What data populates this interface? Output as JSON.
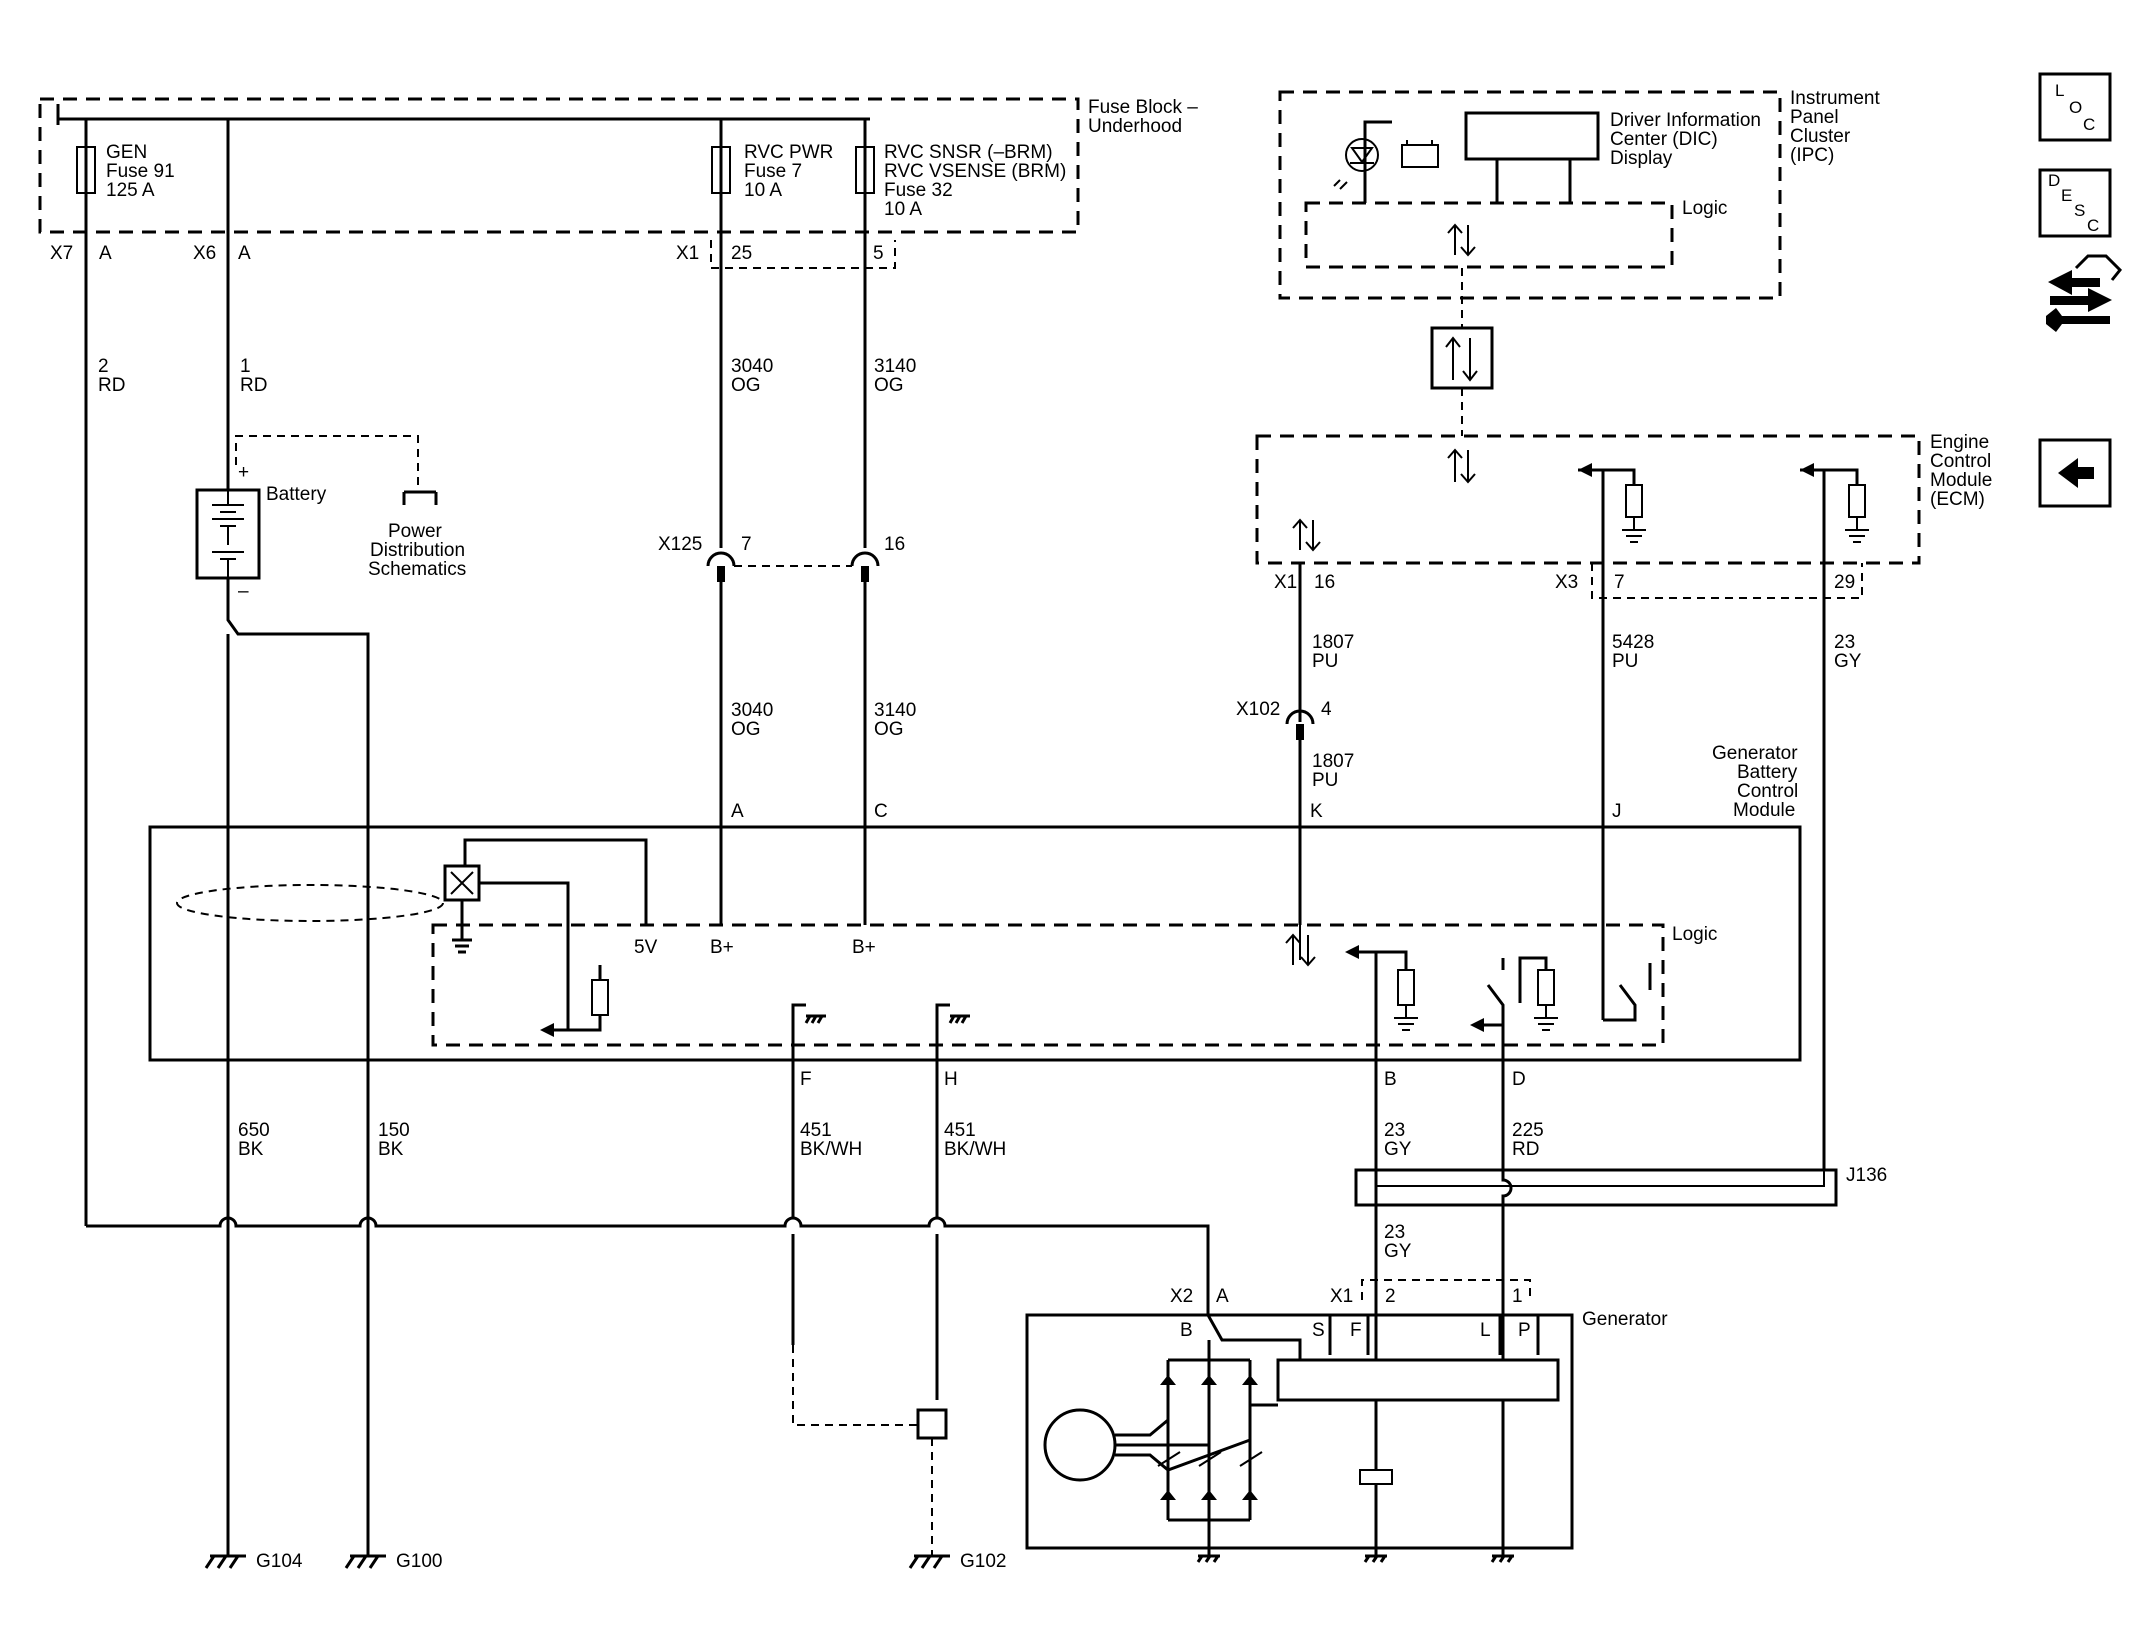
{
  "fuse_block": {
    "title": [
      "Fuse Block –",
      "Underhood"
    ],
    "fuses": [
      {
        "lines": [
          "GEN",
          "Fuse 91",
          "125 A"
        ]
      },
      {
        "lines": [
          "RVC PWR",
          "Fuse 7",
          "10 A"
        ]
      },
      {
        "lines": [
          "RVC SNSR (–BRM)",
          "RVC VSENSE (BRM)",
          "Fuse 32",
          "10 A"
        ]
      }
    ],
    "connectors": {
      "x7": "X7",
      "x7_pin": "A",
      "x6": "X6",
      "x6_pin": "A",
      "x1": "X1",
      "x1_pin_a": "25",
      "x1_pin_b": "5"
    }
  },
  "ipc": {
    "title": [
      "Instrument",
      "Panel",
      "Cluster",
      "(IPC)"
    ],
    "dic": [
      "Driver Information",
      "Center (DIC)",
      "Display"
    ],
    "logic": "Logic"
  },
  "ecm": {
    "title": [
      "Engine",
      "Control",
      "Module",
      "(ECM)"
    ],
    "x1": "X1",
    "x1_pin": "16",
    "x3": "X3",
    "x3_pin_a": "7",
    "x3_pin_b": "29"
  },
  "battery": {
    "label": "Battery",
    "plus": "+",
    "minus": "–"
  },
  "power_dist": [
    "Power",
    "Distribution",
    "Schematics"
  ],
  "x125": {
    "label": "X125",
    "pin_a": "7",
    "pin_b": "16"
  },
  "x102": {
    "label": "X102",
    "pin": "4"
  },
  "gbcm": {
    "title": [
      "Generator",
      "Battery",
      "Control",
      "Module"
    ],
    "logic": "Logic",
    "pins": {
      "a": "A",
      "c": "C",
      "k": "K",
      "j": "J",
      "f": "F",
      "h": "H",
      "b": "B",
      "d": "D"
    },
    "labels": {
      "v5": "5V",
      "bplus1": "B+",
      "bplus2": "B+"
    }
  },
  "wires": {
    "w2": [
      "2",
      "RD"
    ],
    "w1": [
      "1",
      "RD"
    ],
    "w3040_top": [
      "3040",
      "OG"
    ],
    "w3140_top": [
      "3140",
      "OG"
    ],
    "w3040_bot": [
      "3040",
      "OG"
    ],
    "w3140_bot": [
      "3140",
      "OG"
    ],
    "w1807_top": [
      "1807",
      "PU"
    ],
    "w1807_bot": [
      "1807",
      "PU"
    ],
    "w5428": [
      "5428",
      "PU"
    ],
    "w23_top": [
      "23",
      "GY"
    ],
    "w650": [
      "650",
      "BK"
    ],
    "w150": [
      "150",
      "BK"
    ],
    "w451_f": [
      "451",
      "BK/WH"
    ],
    "w451_h": [
      "451",
      "BK/WH"
    ],
    "w23_mid": [
      "23",
      "GY"
    ],
    "w225": [
      "225",
      "RD"
    ],
    "w23_low": [
      "23",
      "GY"
    ]
  },
  "j136": "J136",
  "generator": {
    "label": "Generator",
    "x2": "X2",
    "x2_pin": "A",
    "x1": "X1",
    "x1_pin_a": "2",
    "x1_pin_b": "1",
    "terms": {
      "b": "B",
      "s": "S",
      "f": "F",
      "l": "L",
      "p": "P"
    }
  },
  "grounds": {
    "g104": "G104",
    "g100": "G100",
    "g102": "G102"
  },
  "nav": {
    "loc": [
      "L",
      "O",
      "C"
    ],
    "desc": [
      "D",
      "E",
      "S",
      "C"
    ],
    "back_glyph": "🡄"
  }
}
